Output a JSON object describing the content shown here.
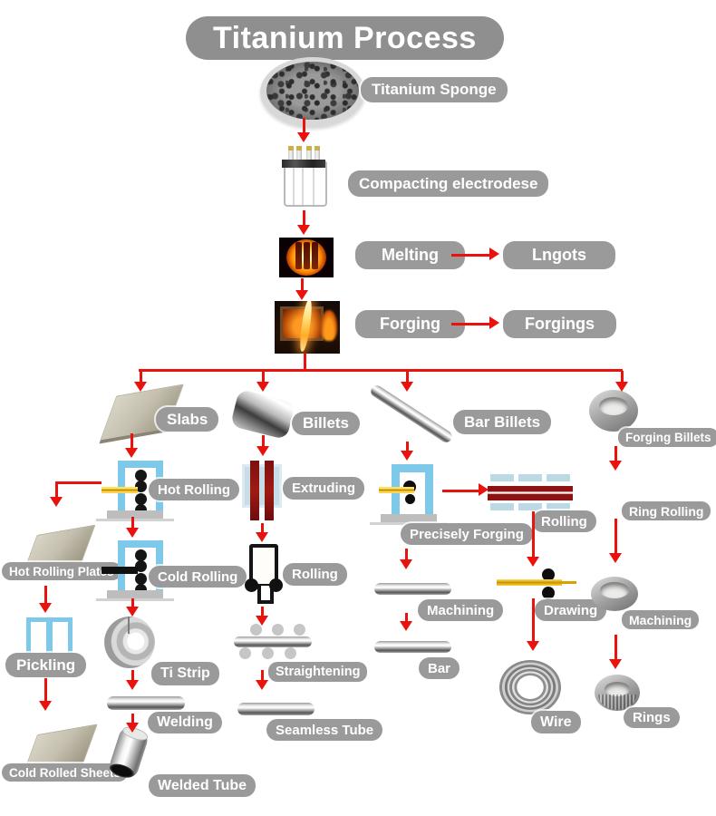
{
  "title": "Titanium Process",
  "labels": {
    "titanium_sponge": "Titanium Sponge",
    "compacting_electrodes": "Compacting electrodese",
    "melting": "Melting",
    "ingots": "Lngots",
    "forging": "Forging",
    "forgings": "Forgings",
    "slabs": "Slabs",
    "billets": "Billets",
    "bar_billets": "Bar Billets",
    "forging_billets": "Forging Billets",
    "hot_rolling": "Hot Rolling",
    "hot_rolling_plates": "Hot Rolling Plates",
    "cold_rolling": "Cold Rolling",
    "pickling": "Pickling",
    "cold_rolled_sheets": "Cold Rolled Sheets",
    "ti_strip": "Ti Strip",
    "welding": "Welding",
    "welded_tube": "Welded Tube",
    "extruding": "Extruding",
    "rolling_billets": "Rolling",
    "straightening": "Straightening",
    "seamless_tube": "Seamless Tube",
    "precisely_forging": "Precisely Forging",
    "rolling_bar": "Rolling",
    "machining_bar": "Machining",
    "bar": "Bar",
    "drawing": "Drawing",
    "wire": "Wire",
    "ring_rolling": "Ring Rolling",
    "machining_rings": "Machining",
    "rings": "Rings"
  },
  "colors": {
    "arrow_red": "#ea120d",
    "label_gray": "#9a9a9a",
    "label_text": "#ffffff",
    "machine_blue": "#7ec9ea",
    "feed_yellow": "#e8b400",
    "die_red": "#8e1414",
    "base_gray": "#bdbdbd"
  }
}
